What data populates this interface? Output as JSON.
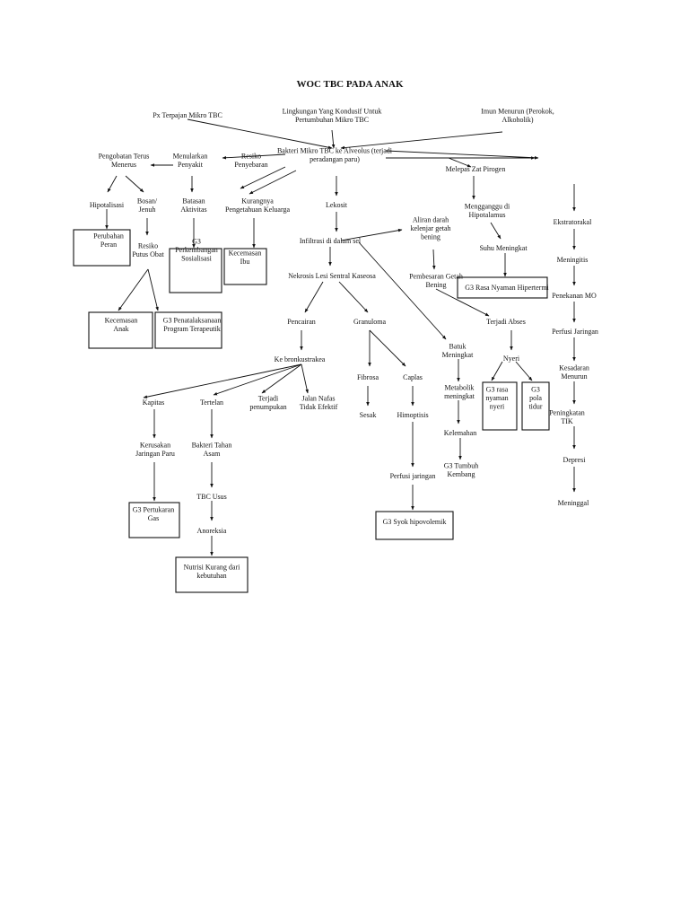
{
  "title": "WOC TBC PADA ANAK",
  "nodes": {
    "n1": "Px Terpajan Mikro TBC",
    "n2": "Lingkungan Yang Kondusif Untuk|Pertumbuhan Mikro TBC",
    "n3": "Imun Menurun (Perokok,|Alkoholik)",
    "n4": "Bakteri Mikro TBC ke Alveolus (terjadi|peradangan paru)",
    "n5": "Pengobatan Terus|Menerus",
    "n6": "Menularkan|Penyakit",
    "n7": "Resiko|Penyebaran",
    "n8": "Hipotalisasi",
    "n9": "Bosan/|Jenuh",
    "n10": "Batasan|Aktivitas",
    "n11": "Kurangnya|Pengetahuan Keluarga",
    "n12": "Perubahan|Peran",
    "n13": "Resiko|Putus Obat",
    "n14": "G3|Perkembangan|Sosialisasi",
    "n15": "Kecemasan|Ibu",
    "n16": "Kecemasan|Anak",
    "n17": "G3 Penatalaksanaan|Program Terapeutik",
    "n18": "Lekosit",
    "n19": "Infiltrasi di dalam sel",
    "n20": "Nekrosis  Lesi Sentral Kaseosa",
    "n21": "Pencairan",
    "n22": "Granuloma",
    "n23": "Ke bronkustrakea",
    "n24": "Kapitas",
    "n25": "Tertelan",
    "n26": "Terjadi|penumpukan",
    "n27": "Jalan Nafas|Tidak Efektif",
    "n28": "Kerusakan|Jaringan Paru",
    "n29": "Bakteri Tahan|Asam",
    "n30": "G3 Pertukaran|Gas",
    "n31": "TBC Usus",
    "n32": "Anoreksia",
    "n33": "Nutrisi Kurang dari|kebutuhan",
    "n34": "Fibrosa",
    "n35": "Caplas",
    "n36": "Sesak",
    "n37": "Himoptisis",
    "n38": "Perfusi jaringan",
    "n39": "G3 Syok hipovolemik",
    "n40": "Aliran darah|kelenjar getah|bening",
    "n41": "Pembesaran Getah|Bening",
    "n42": "Batuk|Meningkat",
    "n43": "Metabolik|meningkat",
    "n44": "Kelemahan",
    "n45": "G3 Tumbuh|Kembang",
    "n46": "Melepas Zat Pirogen",
    "n47": "Mengganggu di|Hipotalamus",
    "n48": "Suhu Meningkat",
    "n49": "G3 Rasa Nyaman Hipertermi",
    "n50": "Terjadi Abses",
    "n51": "Nyeri",
    "n52": "G3 rasa|nyaman|nyeri",
    "n53": "G3|pola|tidur",
    "n54": "Ekstratorakal",
    "n55": "Meningitis",
    "n56": "Penekanan MO",
    "n57": "Perfusi Jaringan",
    "n58": "Kesadaran|Menurun",
    "n59": "Peningkatan|TIK",
    "n60": "Depresi",
    "n61": "Meninggal"
  }
}
